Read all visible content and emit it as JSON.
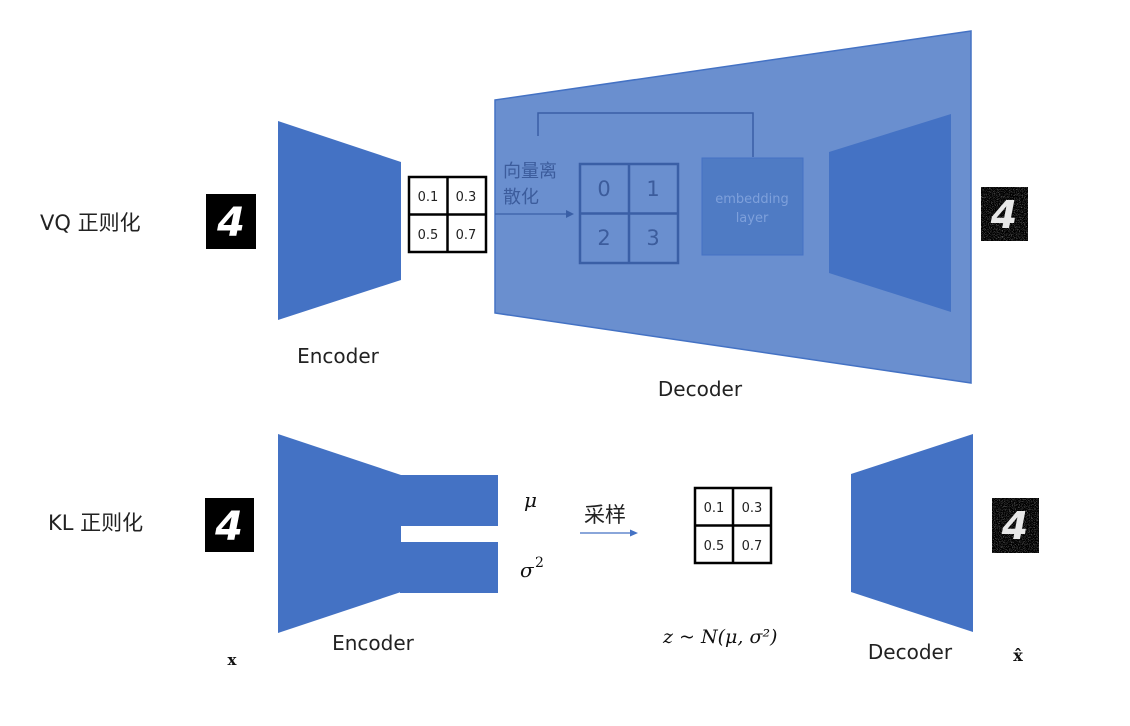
{
  "vq_section": {
    "row_label": "VQ 正则化",
    "encoder_label": "Encoder",
    "decoder_label": "Decoder",
    "latent_grid": [
      "0.1",
      "0.3",
      "0.5",
      "0.7"
    ],
    "quantize_label_line1": "向量离",
    "quantize_label_line2": "散化",
    "codebook_indices": [
      "0",
      "1",
      "2",
      "3"
    ],
    "embedding_line1": "embedding",
    "embedding_line2": "layer",
    "input_digit": "4",
    "output_digit": "4"
  },
  "kl_section": {
    "row_label": "KL 正则化",
    "encoder_label": "Encoder",
    "decoder_label": "Decoder",
    "mu_symbol": "μ",
    "sigma_symbol": "σ",
    "sigma_exp": "2",
    "sample_label": "采样",
    "latent_grid": [
      "0.1",
      "0.3",
      "0.5",
      "0.7"
    ],
    "z_formula": "z ~ N(μ, σ²)",
    "x_symbol": "x",
    "x_hat_symbol": "x̂",
    "input_digit": "4",
    "output_digit": "4"
  },
  "colors": {
    "block_blue": "#4472C4",
    "decoder_panel": "#6A8FCF",
    "inner_stroke": "#3A5FA6",
    "inner_text": "#3C5C9C",
    "embed_fill": "#4F7BC4",
    "embed_text": "#7EA0DB"
  }
}
